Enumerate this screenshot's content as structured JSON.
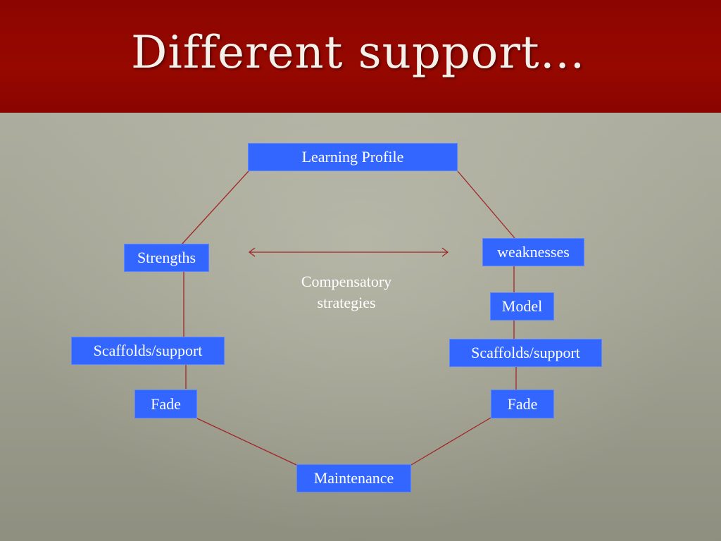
{
  "slide": {
    "title": "Different support…"
  },
  "diagram": {
    "nodes": {
      "learning_profile": "Learning Profile",
      "strengths": "Strengths",
      "weaknesses": "weaknesses",
      "scaffolds_left": "Scaffolds/support",
      "model": "Model",
      "scaffolds_right": "Scaffolds/support",
      "fade_left": "Fade",
      "fade_right": "Fade",
      "maintenance": "Maintenance"
    },
    "annotation": {
      "line1": "Compensatory",
      "line2": "strategies"
    }
  },
  "colors": {
    "header": "#930600",
    "box_fill": "#3366ff",
    "connector": "#a0262a",
    "text": "#ffffff"
  }
}
